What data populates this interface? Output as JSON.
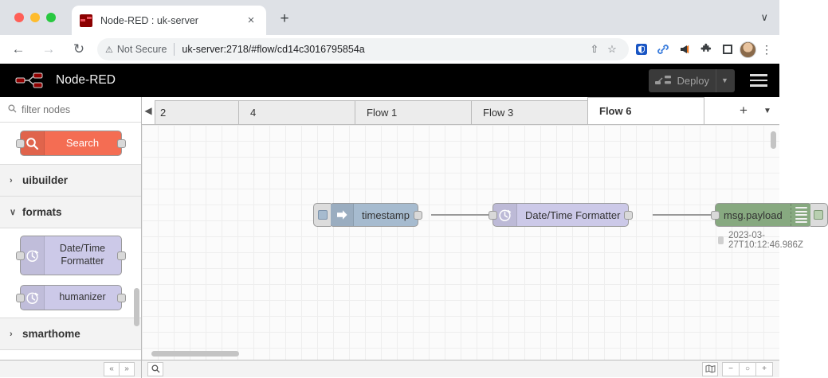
{
  "browser": {
    "tab": {
      "title": "Node-RED : uk-server",
      "favicon": "node-red-favicon",
      "close": "×"
    },
    "new_tab": "+",
    "window_chevron": "∨",
    "nav": {
      "back": "←",
      "forward": "→",
      "reload": "↻"
    },
    "omnibox": {
      "warn_icon": "⚠",
      "security_label": "Not Secure",
      "url": "uk-server:2718/#flow/cd14c3016795854a",
      "share_icon": "⇧",
      "bookmark_icon": "☆"
    },
    "extensions": [
      {
        "name": "shield-icon",
        "glyph": "⛉"
      },
      {
        "name": "link-icon",
        "glyph": "🔗"
      },
      {
        "name": "megaphone-icon",
        "glyph": "📣"
      },
      {
        "name": "puzzle-icon",
        "glyph": "🧩"
      },
      {
        "name": "square-icon",
        "glyph": "□"
      }
    ],
    "kebab": "⋮"
  },
  "nodered": {
    "brand": "Node-RED",
    "deploy": {
      "label": "Deploy",
      "caret": "▼",
      "disabled": true
    },
    "menu_icon": "hamburger-icon"
  },
  "palette": {
    "filter": {
      "placeholder": "filter nodes",
      "value": "",
      "icon": "search-icon"
    },
    "search_node": {
      "label": "Search",
      "icon": "magnifier-icon",
      "color": "#f46d53"
    },
    "categories": [
      {
        "label": "uibuilder",
        "expanded": false,
        "caret": "›"
      },
      {
        "label": "formats",
        "expanded": true,
        "caret": "∨"
      },
      {
        "label": "smarthome",
        "expanded": false,
        "caret": "›"
      }
    ],
    "format_nodes": [
      {
        "label": "Date/Time Formatter",
        "icon": "clock-icon",
        "color": "#ccc9e8"
      },
      {
        "label": "humanizer",
        "icon": "clock-icon",
        "color": "#ccc9e8"
      }
    ]
  },
  "flows": {
    "scroll_left_icon": "◀",
    "tabs": [
      {
        "label": "2",
        "active": false,
        "partial": true
      },
      {
        "label": "4",
        "active": false
      },
      {
        "label": "Flow 1",
        "active": false
      },
      {
        "label": "Flow 3",
        "active": false
      },
      {
        "label": "Flow 6",
        "active": true
      }
    ],
    "add_tab": "+",
    "tab_menu": "▼"
  },
  "canvas": {
    "nodes": [
      {
        "label": "timestamp",
        "icon": "inject-arrow-icon",
        "color": "#a6bbcf",
        "type": "inject"
      },
      {
        "label": "Date/Time Formatter",
        "icon": "clock-icon",
        "color": "#ccc9e8",
        "type": "function"
      },
      {
        "label": "msg.payload",
        "icon": "debug-lines-icon",
        "color": "#87a980",
        "type": "debug"
      }
    ],
    "debug_status": "2023-03-27T10:12:46.986Z"
  },
  "statusbar": {
    "collapse_all": "«",
    "expand_all": "»",
    "search_icon": "search-icon",
    "navigator_icon": "map-icon",
    "zoom_out": "−",
    "zoom_reset": "○",
    "zoom_in": "+"
  }
}
